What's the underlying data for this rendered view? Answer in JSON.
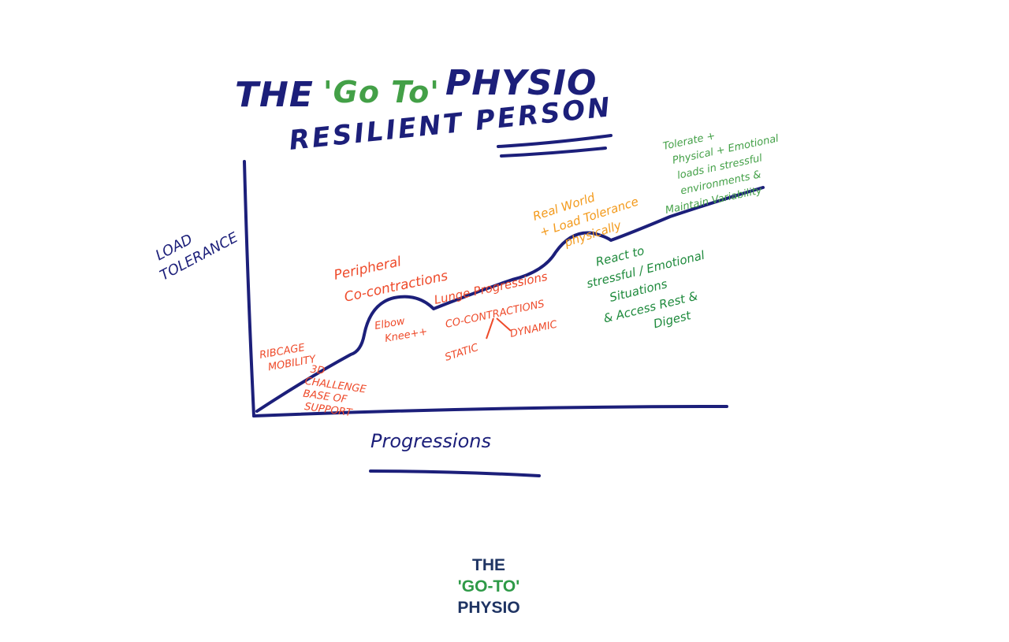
{
  "title": {
    "prefix": "THE",
    "highlight": "'Go To'",
    "suffix": "PHYSIO",
    "subtitle": "RESILIENT PERSON"
  },
  "axes": {
    "ylabel_line1": "LOAD",
    "ylabel_line2": "TOLERANCE",
    "xlabel": "Progressions"
  },
  "annotations": {
    "ribcage_1": "RIBCAGE",
    "ribcage_2": "MOBILITY",
    "challenge_1": "3D",
    "challenge_2": "CHALLENGE",
    "challenge_3": "BASE OF",
    "challenge_4": "SUPPORT",
    "peripheral_1": "Peripheral",
    "peripheral_2": "Co-contractions",
    "elbow_1": "Elbow",
    "elbow_2": "Knee++",
    "lunge": "Lunge Progressions",
    "cocontractions": "CO-CONTRACTIONS",
    "static": "STATIC",
    "dynamic": "DYNAMIC",
    "realworld_1": "Real World",
    "realworld_2": "+ Load Tolerance",
    "realworld_3": "physically",
    "tolerate_1": "Tolerate +",
    "tolerate_2": "Physical + Emotional",
    "tolerate_3": "loads in stressful",
    "tolerate_4": "environments &",
    "tolerate_5": "Maintain Variability",
    "react_1": "React to",
    "react_2": "stressful / Emotional",
    "react_3": "Situations",
    "react_4": "& Access Rest &",
    "react_5": "Digest"
  },
  "logo": {
    "line1": "THE",
    "line2": "'GO-TO'",
    "line3": "PHYSIO"
  },
  "colors": {
    "navy": "#1c1f7a",
    "green": "#43a047",
    "orange_red": "#ee4a2a",
    "orange": "#f39a1c",
    "dark_green": "#1e8a3c",
    "logo_navy": "#1f3463",
    "logo_green": "#2e9a47"
  }
}
